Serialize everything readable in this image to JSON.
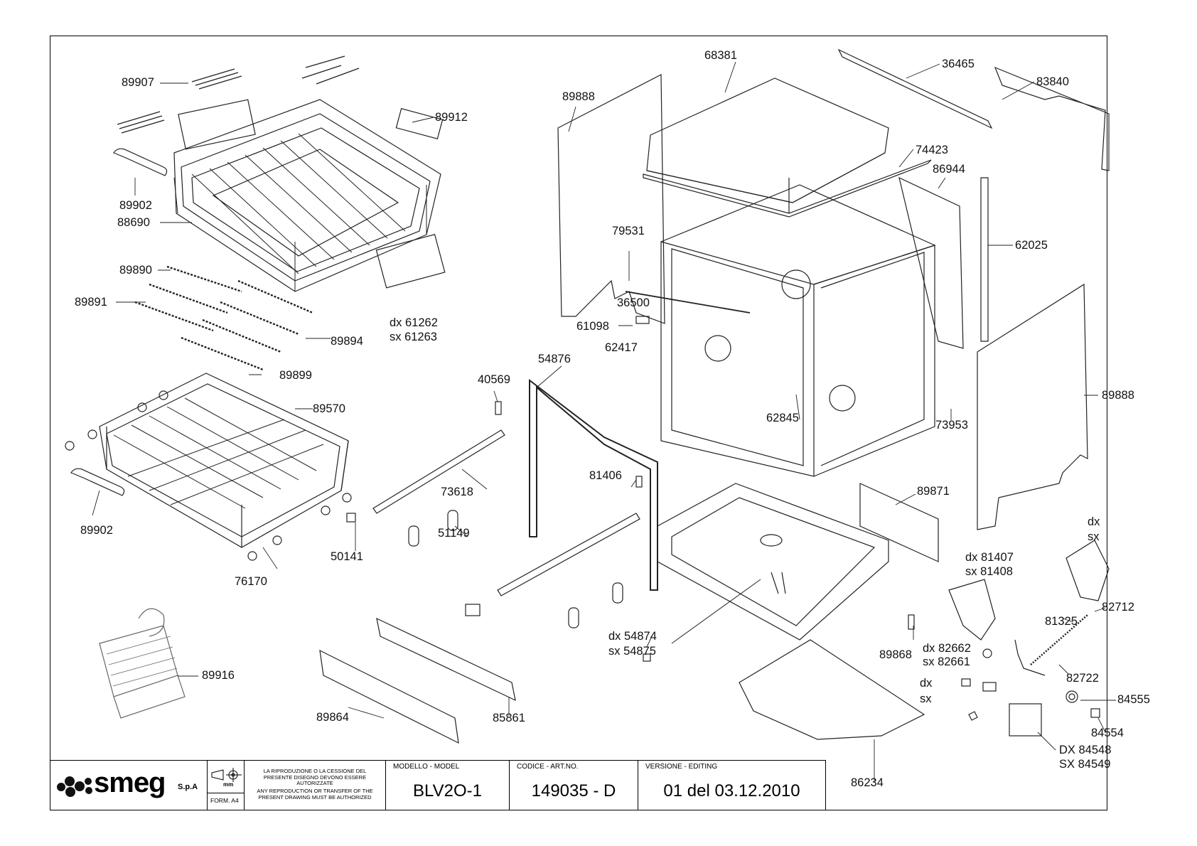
{
  "brand": {
    "logo_text": "smeg",
    "suffix": "S.p.A"
  },
  "title_block": {
    "unit_symbol": "mm",
    "format": "FORM. A4",
    "legal_it": "LA RIPRODUZIONE O LA CESSIONE DEL PRESENTE DISEGNO DEVONO ESSERE AUTORIZZATE",
    "legal_en": "ANY REPRODUCTION OR TRANSFER OF THE PRESENT DRAWING MUST BE AUTHORIZED",
    "model_caption": "MODELLO - MODEL",
    "model_value": "BLV2O-1",
    "code_caption": "CODICE - ART.NO.",
    "code_value": "149035 - D",
    "version_caption": "VERSIONE - EDITING",
    "version_value": "01 del 03.12.2010"
  },
  "parts": [
    {
      "id": "p89907",
      "label": "89907"
    },
    {
      "id": "p89912",
      "label": "89912"
    },
    {
      "id": "p89902a",
      "label": "89902"
    },
    {
      "id": "p88690",
      "label": "88690"
    },
    {
      "id": "p89890",
      "label": "89890"
    },
    {
      "id": "p89891",
      "label": "89891"
    },
    {
      "id": "p61262",
      "label": "dx 61262"
    },
    {
      "id": "p61263",
      "label": "sx 61263"
    },
    {
      "id": "p89894",
      "label": "89894"
    },
    {
      "id": "p89899",
      "label": "89899"
    },
    {
      "id": "p89570",
      "label": "89570"
    },
    {
      "id": "p89902b",
      "label": "89902"
    },
    {
      "id": "p50141",
      "label": "50141"
    },
    {
      "id": "p76170",
      "label": "76170"
    },
    {
      "id": "p89916",
      "label": "89916"
    },
    {
      "id": "p40569",
      "label": "40569"
    },
    {
      "id": "p73618",
      "label": "73618"
    },
    {
      "id": "p51149",
      "label": "51149"
    },
    {
      "id": "p54876",
      "label": "54876"
    },
    {
      "id": "p81406",
      "label": "81406"
    },
    {
      "id": "p54874",
      "label": "dx 54874"
    },
    {
      "id": "p54875",
      "label": "sx 54875"
    },
    {
      "id": "p89864",
      "label": "89864"
    },
    {
      "id": "p85861",
      "label": "85861"
    },
    {
      "id": "p89888a",
      "label": "89888"
    },
    {
      "id": "p68381",
      "label": "68381"
    },
    {
      "id": "p79531",
      "label": "79531"
    },
    {
      "id": "p36500",
      "label": "36500"
    },
    {
      "id": "p61098",
      "label": "61098"
    },
    {
      "id": "p62417",
      "label": "62417"
    },
    {
      "id": "p62845",
      "label": "62845"
    },
    {
      "id": "p36465",
      "label": "36465"
    },
    {
      "id": "p74423",
      "label": "74423"
    },
    {
      "id": "p86944",
      "label": "86944"
    },
    {
      "id": "p83840",
      "label": "83840"
    },
    {
      "id": "p62025",
      "label": "62025"
    },
    {
      "id": "p73953",
      "label": "73953"
    },
    {
      "id": "p89888b",
      "label": "89888"
    },
    {
      "id": "p89871",
      "label": "89871"
    },
    {
      "id": "p81407",
      "label": "dx 81407"
    },
    {
      "id": "p81408",
      "label": "sx 81408"
    },
    {
      "id": "p89868",
      "label": "89868"
    },
    {
      "id": "p82662",
      "label": "dx 82662"
    },
    {
      "id": "p82661",
      "label": "sx 82661"
    },
    {
      "id": "p86234",
      "label": "86234"
    },
    {
      "id": "pdxsx1",
      "label": "dx"
    },
    {
      "id": "pdxsx2",
      "label": "sx"
    },
    {
      "id": "p81325",
      "label": "81325"
    },
    {
      "id": "p82712",
      "label": "82712"
    },
    {
      "id": "p82722",
      "label": "82722"
    },
    {
      "id": "pdx2",
      "label": "dx"
    },
    {
      "id": "psx2",
      "label": "sx"
    },
    {
      "id": "p84555",
      "label": "84555"
    },
    {
      "id": "p84554",
      "label": "84554"
    },
    {
      "id": "p84548",
      "label": "DX 84548"
    },
    {
      "id": "p84549",
      "label": "SX 84549"
    }
  ]
}
